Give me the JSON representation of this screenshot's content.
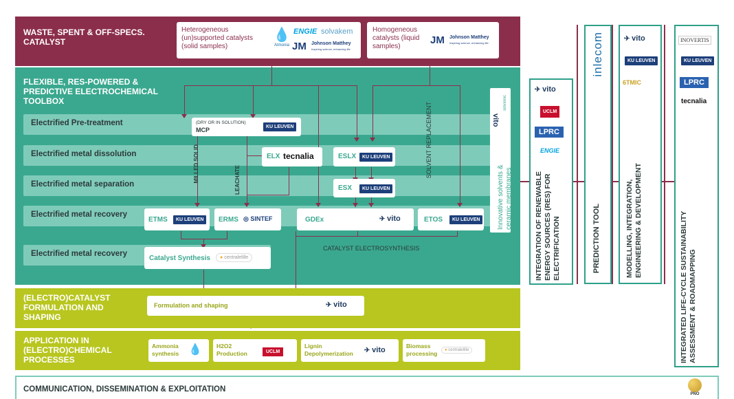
{
  "waste": {
    "title": "WASTE, SPENT & OFF-SPECS. CATALYST",
    "hetero": "Heterogeneous (un)supported catalysts (solid samples)",
    "homo": "Homogeneous catalysts (liquid samples)",
    "engie": "ENGIE",
    "solvakem": "solvakem",
    "jm": "JM",
    "jm_name": "Johnson Matthey",
    "jm_tag": "Inspiring science, enhancing life",
    "atmonia": "Atmonia"
  },
  "toolbox": {
    "title": "FLEXIBLE, RES-POWERED & PREDICTIVE ELECTROCHEMICAL TOOLBOX",
    "rows": [
      "Electrified Pre-treatment",
      "Electrified metal dissolution",
      "Electrified metal separation",
      "Electrified metal recovery",
      "Electrified metal recovery"
    ],
    "mcp_sub": "(DRY OR IN SOLUTION)",
    "mcp": "MCP",
    "elx": "ELX",
    "eslx": "ESLX",
    "esx": "ESX",
    "etms": "ETMS",
    "erms": "ERMS",
    "gdex": "GDEx",
    "etos": "ETOS",
    "catalyst_synthesis": "Catalyst Synthesis",
    "milled_solid": "MILLED SOLID",
    "leachate": "LEACHATE",
    "solvent_replacement": "SOLVENT REPLACEMENT",
    "catalyst_electrosynthesis": "CATALYST ELECTROSYNTHESIS",
    "innovative": "Innovative solvents & ceramic membranes",
    "kuleuven": "KU LEUVEN",
    "tecnalia": "tecnalia",
    "sintef": "SINTEF",
    "vito": "vito",
    "centralelille": "centralelille",
    "solvionic": "solvionic"
  },
  "formulation": {
    "title": "(ELECTRO)CATALYST FORMULATION AND SHAPING",
    "item": "Formulation and shaping"
  },
  "application": {
    "title": "APPLICATION IN (ELECTRO)CHEMICAL PROCESSES",
    "ammonia": "Ammonia synthesis",
    "h2o2": "H2O2 Production",
    "lignin": "Lignin Depolymerization",
    "biomass": "Biomass processing",
    "uclm": "UCLM"
  },
  "communication": {
    "title": "COMMUNICATION, DISSEMINATION & EXPLOITATION",
    "pno": "PNO"
  },
  "columns": {
    "res": "INTEGRATION OF RENEWABLE ENERGY SOURCES (RES) FOR ELECTRIFICATION",
    "prediction": "PREDICTION TOOL",
    "modelling": "MODELLING, INTEGRATION, ENGINEERING & DEVELOPMENT",
    "lca": "INTEGRATED LIFE-CYCLE SUSTAINABILITY ASSESSMENT & ROADMAPPING",
    "inlecom": "inlecom",
    "lprc": "LPRC",
    "sixtmic": "6TMIC",
    "inovertis": "INOVERTIS"
  },
  "colors": {
    "waste": "#8b2e4c",
    "toolbox": "#3aa88f",
    "lime": "#b8c61f",
    "kul": "#1d3f7a"
  }
}
